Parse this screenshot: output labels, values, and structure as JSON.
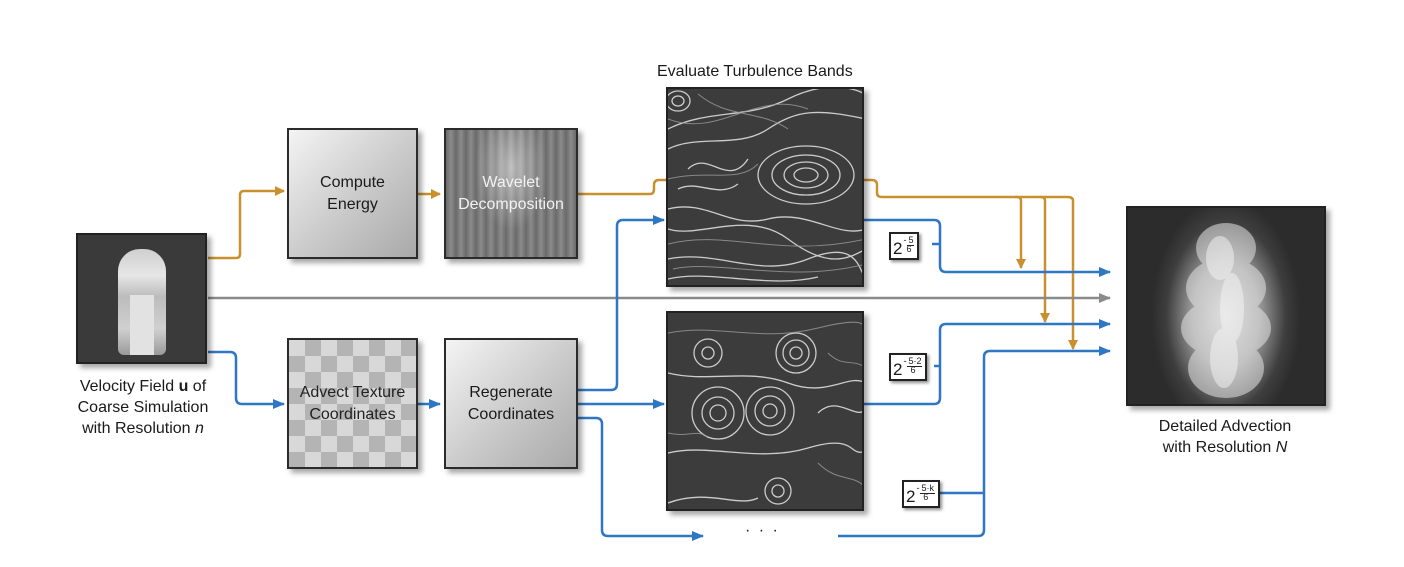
{
  "title": "Evaluate  Turbulence Bands",
  "boxes": {
    "compute_energy": "Compute\nEnergy",
    "wavelet": "Wavelet\nDecomposition",
    "advect": "Advect Texture\nCoordinates",
    "regenerate": "Regenerate\nCoordinates"
  },
  "velocity_label": {
    "line1_pre": "Velocity Field ",
    "line1_bold": "u",
    "line1_post": " of",
    "line2": "Coarse Simulation",
    "line3_pre": "with Resolution ",
    "line3_ital": "n"
  },
  "detailed_label": {
    "line1": "Detailed Advection",
    "line2_pre": "with Resolution ",
    "line2_ital": "N"
  },
  "factors": [
    {
      "base": "2",
      "minus": "-",
      "num": "5",
      "den": "6"
    },
    {
      "base": "2",
      "minus": "-",
      "num": "5·2",
      "den": "6"
    },
    {
      "base": "2",
      "minus": "-",
      "num": "5·k",
      "den": "6"
    }
  ],
  "ellipsis": "· · ·",
  "colors": {
    "orange": "#c8912e",
    "blue": "#2f77c4",
    "gray": "#8a8a8a"
  }
}
